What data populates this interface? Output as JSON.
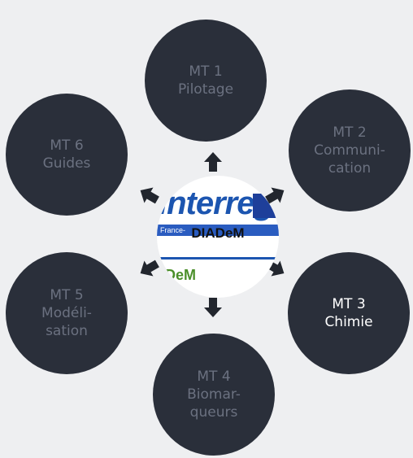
{
  "center": {
    "label": "DIADeM",
    "logo_text": "interreg",
    "band_text": "France-",
    "sub_logo": "DeM"
  },
  "nodes": [
    {
      "id": "mt1",
      "line1": "MT 1",
      "line2": "Pilotage"
    },
    {
      "id": "mt2",
      "line1": "MT 2",
      "line2": "Communi-",
      "line3": "cation"
    },
    {
      "id": "mt3",
      "line1": "MT 3",
      "line2": "Chimie"
    },
    {
      "id": "mt4",
      "line1": "MT 4",
      "line2": "Biomar-",
      "line3": "queurs"
    },
    {
      "id": "mt5",
      "line1": "MT 5",
      "line2": "Modéli-",
      "line3": "sation"
    },
    {
      "id": "mt6",
      "line1": "MT 6",
      "line2": "Guides"
    }
  ],
  "colors": {
    "background": "#eeeff1",
    "node": "#2a2f3a",
    "node_text": "#6b7180",
    "highlight_text": "#ffffff",
    "arrow": "#22262e"
  }
}
